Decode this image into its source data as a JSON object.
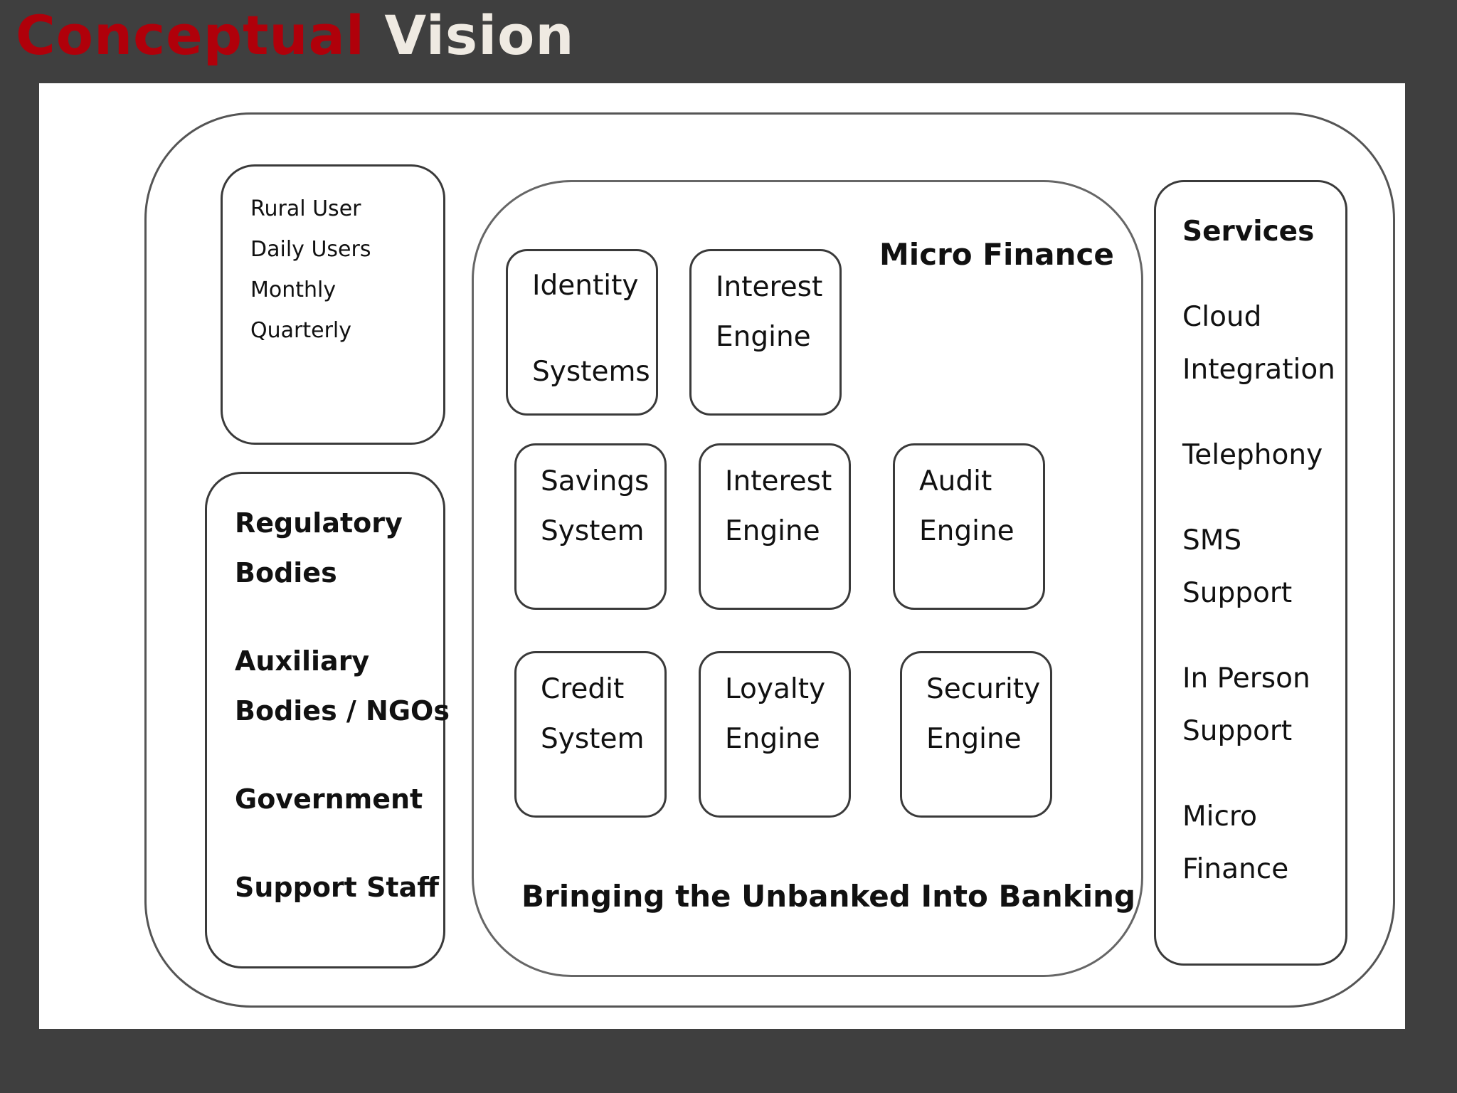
{
  "slide_title": {
    "part1": "Conceptual",
    "part2": "Vision"
  },
  "users": [
    "Rural User",
    "Daily Users",
    "Monthly",
    "Quarterly"
  ],
  "bodies": {
    "regulatory": [
      "Regulatory",
      "Bodies"
    ],
    "auxiliary": [
      "Auxiliary",
      "Bodies / NGOs"
    ],
    "government": "Government",
    "support_staff": "Support Staff"
  },
  "micro_finance": {
    "title": "Micro Finance",
    "tagline": "Bringing the Unbanked Into Banking",
    "modules": {
      "identity": [
        "Identity",
        "Systems"
      ],
      "interest_top": [
        "Interest",
        "Engine"
      ],
      "savings": [
        "Savings",
        "System"
      ],
      "interest_mid": [
        "Interest",
        "Engine"
      ],
      "audit": [
        "Audit",
        "Engine"
      ],
      "credit": [
        "Credit",
        "System"
      ],
      "loyalty": [
        "Loyalty",
        "Engine"
      ],
      "security": [
        "Security",
        "Engine"
      ]
    }
  },
  "services": {
    "title": "Services",
    "cloud": [
      "Cloud",
      "Integration"
    ],
    "telephony": "Telephony",
    "sms": [
      "SMS",
      "Support"
    ],
    "in_person": [
      "In Person",
      "Support"
    ],
    "micro": [
      "Micro",
      "Finance"
    ]
  }
}
